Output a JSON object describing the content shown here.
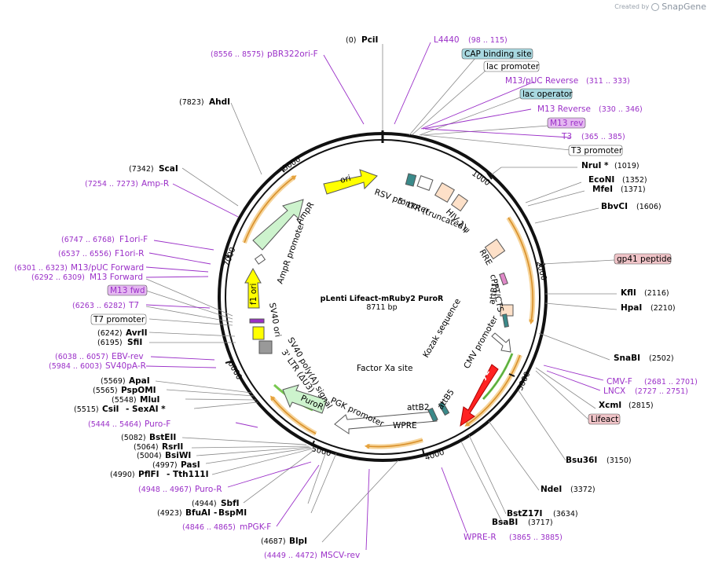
{
  "brand": {
    "created_by": "Created by",
    "name": "SnapGene"
  },
  "plasmid": {
    "name": "pLenti Lifeact-mRuby2 PuroR",
    "size": "8711 bp"
  },
  "colors": {
    "purple": "#9b30c8",
    "black": "#000000",
    "orange": "#f4c27a",
    "arrow_green": "#cff5cf",
    "ori_yellow": "#ffff00",
    "mruby_red": "#ff0000",
    "gray_line": "#9a9a9a"
  },
  "tick_labels": [
    "1000",
    "2000",
    "3000",
    "4000",
    "5000",
    "6000",
    "7000",
    "8000"
  ],
  "sites": [
    {
      "name": "PciI",
      "pos": "(0)"
    },
    {
      "name": "L4440",
      "pos": "(98 .. 115)"
    },
    {
      "name": "CAP binding site",
      "pos": ""
    },
    {
      "name": "lac promoter",
      "pos": ""
    },
    {
      "name": "M13/pUC Reverse",
      "pos": "(311 .. 333)"
    },
    {
      "name": "lac operator",
      "pos": ""
    },
    {
      "name": "M13 Reverse",
      "pos": "(330 .. 346)"
    },
    {
      "name": "M13 rev",
      "pos": ""
    },
    {
      "name": "T3",
      "pos": "(365 .. 385)"
    },
    {
      "name": "T3 promoter",
      "pos": ""
    },
    {
      "name": "NruI *",
      "pos": "(1019)"
    },
    {
      "name": "EcoNI",
      "pos": "(1352)"
    },
    {
      "name": "MfeI",
      "pos": "(1371)"
    },
    {
      "name": "BbvCI",
      "pos": "(1606)"
    },
    {
      "name": "gp41 peptide",
      "pos": ""
    },
    {
      "name": "KflI",
      "pos": "(2116)"
    },
    {
      "name": "HpaI",
      "pos": "(2210)"
    },
    {
      "name": "SnaBI",
      "pos": "(2502)"
    },
    {
      "name": "CMV-F",
      "pos": "(2681 .. 2701)"
    },
    {
      "name": "LNCX",
      "pos": "(2727 .. 2751)"
    },
    {
      "name": "XcmI",
      "pos": "(2815)"
    },
    {
      "name": "Lifeact",
      "pos": ""
    },
    {
      "name": "Bsu36I",
      "pos": "(3150)"
    },
    {
      "name": "NdeI",
      "pos": "(3372)"
    },
    {
      "name": "BstZ17I",
      "pos": "(3634)"
    },
    {
      "name": "BsaBI",
      "pos": "(3717)"
    },
    {
      "name": "WPRE-R",
      "pos": "(3865 .. 3885)"
    },
    {
      "name": "MSCV-rev",
      "pos": "(4449 .. 4472)"
    },
    {
      "name": "BlpI",
      "pos": "(4687)"
    },
    {
      "name": "mPGK-F",
      "pos": "(4846 .. 4865)"
    },
    {
      "name": "BfuAI",
      "pos": "(4923)"
    },
    {
      "name": "BspMI",
      "pos": ""
    },
    {
      "name": "SbfI",
      "pos": "(4944)"
    },
    {
      "name": "Puro-R",
      "pos": "(4948 .. 4967)"
    },
    {
      "name": "PflFI",
      "pos": "(4990)"
    },
    {
      "name": "Tth111I",
      "pos": ""
    },
    {
      "name": "PasI",
      "pos": "(4997)"
    },
    {
      "name": "BsiWI",
      "pos": "(5004)"
    },
    {
      "name": "RsrII",
      "pos": "(5064)"
    },
    {
      "name": "BstEII",
      "pos": "(5082)"
    },
    {
      "name": "Puro-F",
      "pos": "(5444 .. 5464)"
    },
    {
      "name": "CsiI",
      "pos": "(5515)"
    },
    {
      "name": "SexAI *",
      "pos": ""
    },
    {
      "name": "MluI",
      "pos": "(5548)"
    },
    {
      "name": "PspOMI",
      "pos": "(5565)"
    },
    {
      "name": "ApaI",
      "pos": "(5569)"
    },
    {
      "name": "SV40pA-R",
      "pos": "(5984 .. 6003)"
    },
    {
      "name": "EBV-rev",
      "pos": "(6038 .. 6057)"
    },
    {
      "name": "SfiI",
      "pos": "(6195)"
    },
    {
      "name": "AvrII",
      "pos": "(6242)"
    },
    {
      "name": "T7 promoter",
      "pos": ""
    },
    {
      "name": "T7",
      "pos": "(6263 .. 6282)"
    },
    {
      "name": "M13 fwd",
      "pos": ""
    },
    {
      "name": "M13 Forward",
      "pos": "(6292 .. 6309)"
    },
    {
      "name": "M13/pUC Forward",
      "pos": "(6301 .. 6323)"
    },
    {
      "name": "F1ori-R",
      "pos": "(6537 .. 6556)"
    },
    {
      "name": "F1ori-F",
      "pos": "(6747 .. 6768)"
    },
    {
      "name": "Amp-R",
      "pos": "(7254 .. 7273)"
    },
    {
      "name": "ScaI",
      "pos": "(7342)"
    },
    {
      "name": "AhdI",
      "pos": "(7823)"
    },
    {
      "name": "pBR322ori-F",
      "pos": "(8556 .. 8575)"
    }
  ],
  "features": [
    {
      "name": "RSV promoter"
    },
    {
      "name": "5' LTR (truncated)"
    },
    {
      "name": "HIV-1 ψ"
    },
    {
      "name": "RRE"
    },
    {
      "name": "cPPT/CTS"
    },
    {
      "name": "attB1"
    },
    {
      "name": "CMV promoter"
    },
    {
      "name": "Kozak sequence"
    },
    {
      "name": "mRuby2"
    },
    {
      "name": "attB5"
    },
    {
      "name": "attB2"
    },
    {
      "name": "WPRE"
    },
    {
      "name": "Factor Xa site"
    },
    {
      "name": "PGK promoter"
    },
    {
      "name": "PuroR"
    },
    {
      "name": "3' LTR (ΔU3)"
    },
    {
      "name": "SV40 poly(A) signal"
    },
    {
      "name": "SV40 ori"
    },
    {
      "name": "f1 ori"
    },
    {
      "name": "AmpR promoter"
    },
    {
      "name": "AmpR"
    },
    {
      "name": "ori"
    }
  ]
}
